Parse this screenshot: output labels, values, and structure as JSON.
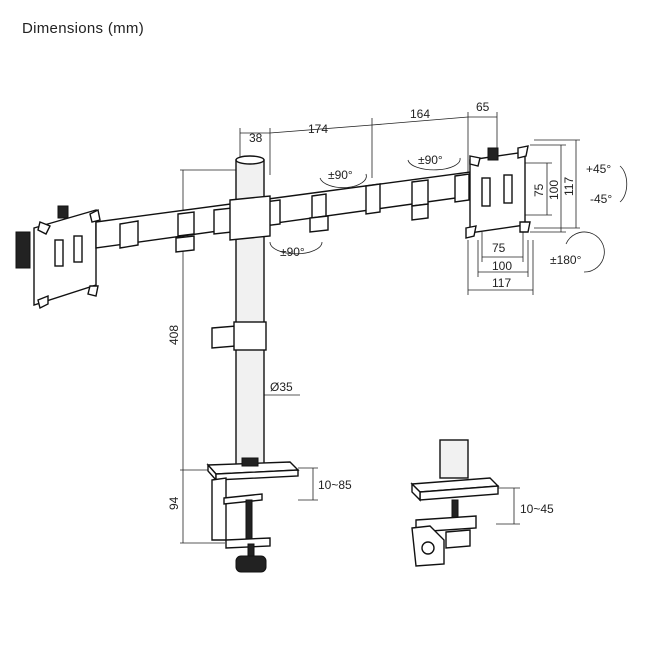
{
  "title": "Dimensions (mm)",
  "dims": {
    "d38": "38",
    "d174": "174",
    "d164": "164",
    "d65": "65",
    "h408": "408",
    "dia35": "Ø35",
    "h94": "94",
    "clamp1": "10~85",
    "clamp2": "10~45",
    "v75": "75",
    "v100": "100",
    "v117": "117",
    "w75": "75",
    "w100": "100",
    "w117": "117"
  },
  "rotations": {
    "left_swivel": "±90°",
    "right_swivel": "±90°",
    "lower_swivel": "±90°",
    "tilt_up": "+45°",
    "tilt_down": "-45°",
    "rotate": "±180°"
  }
}
